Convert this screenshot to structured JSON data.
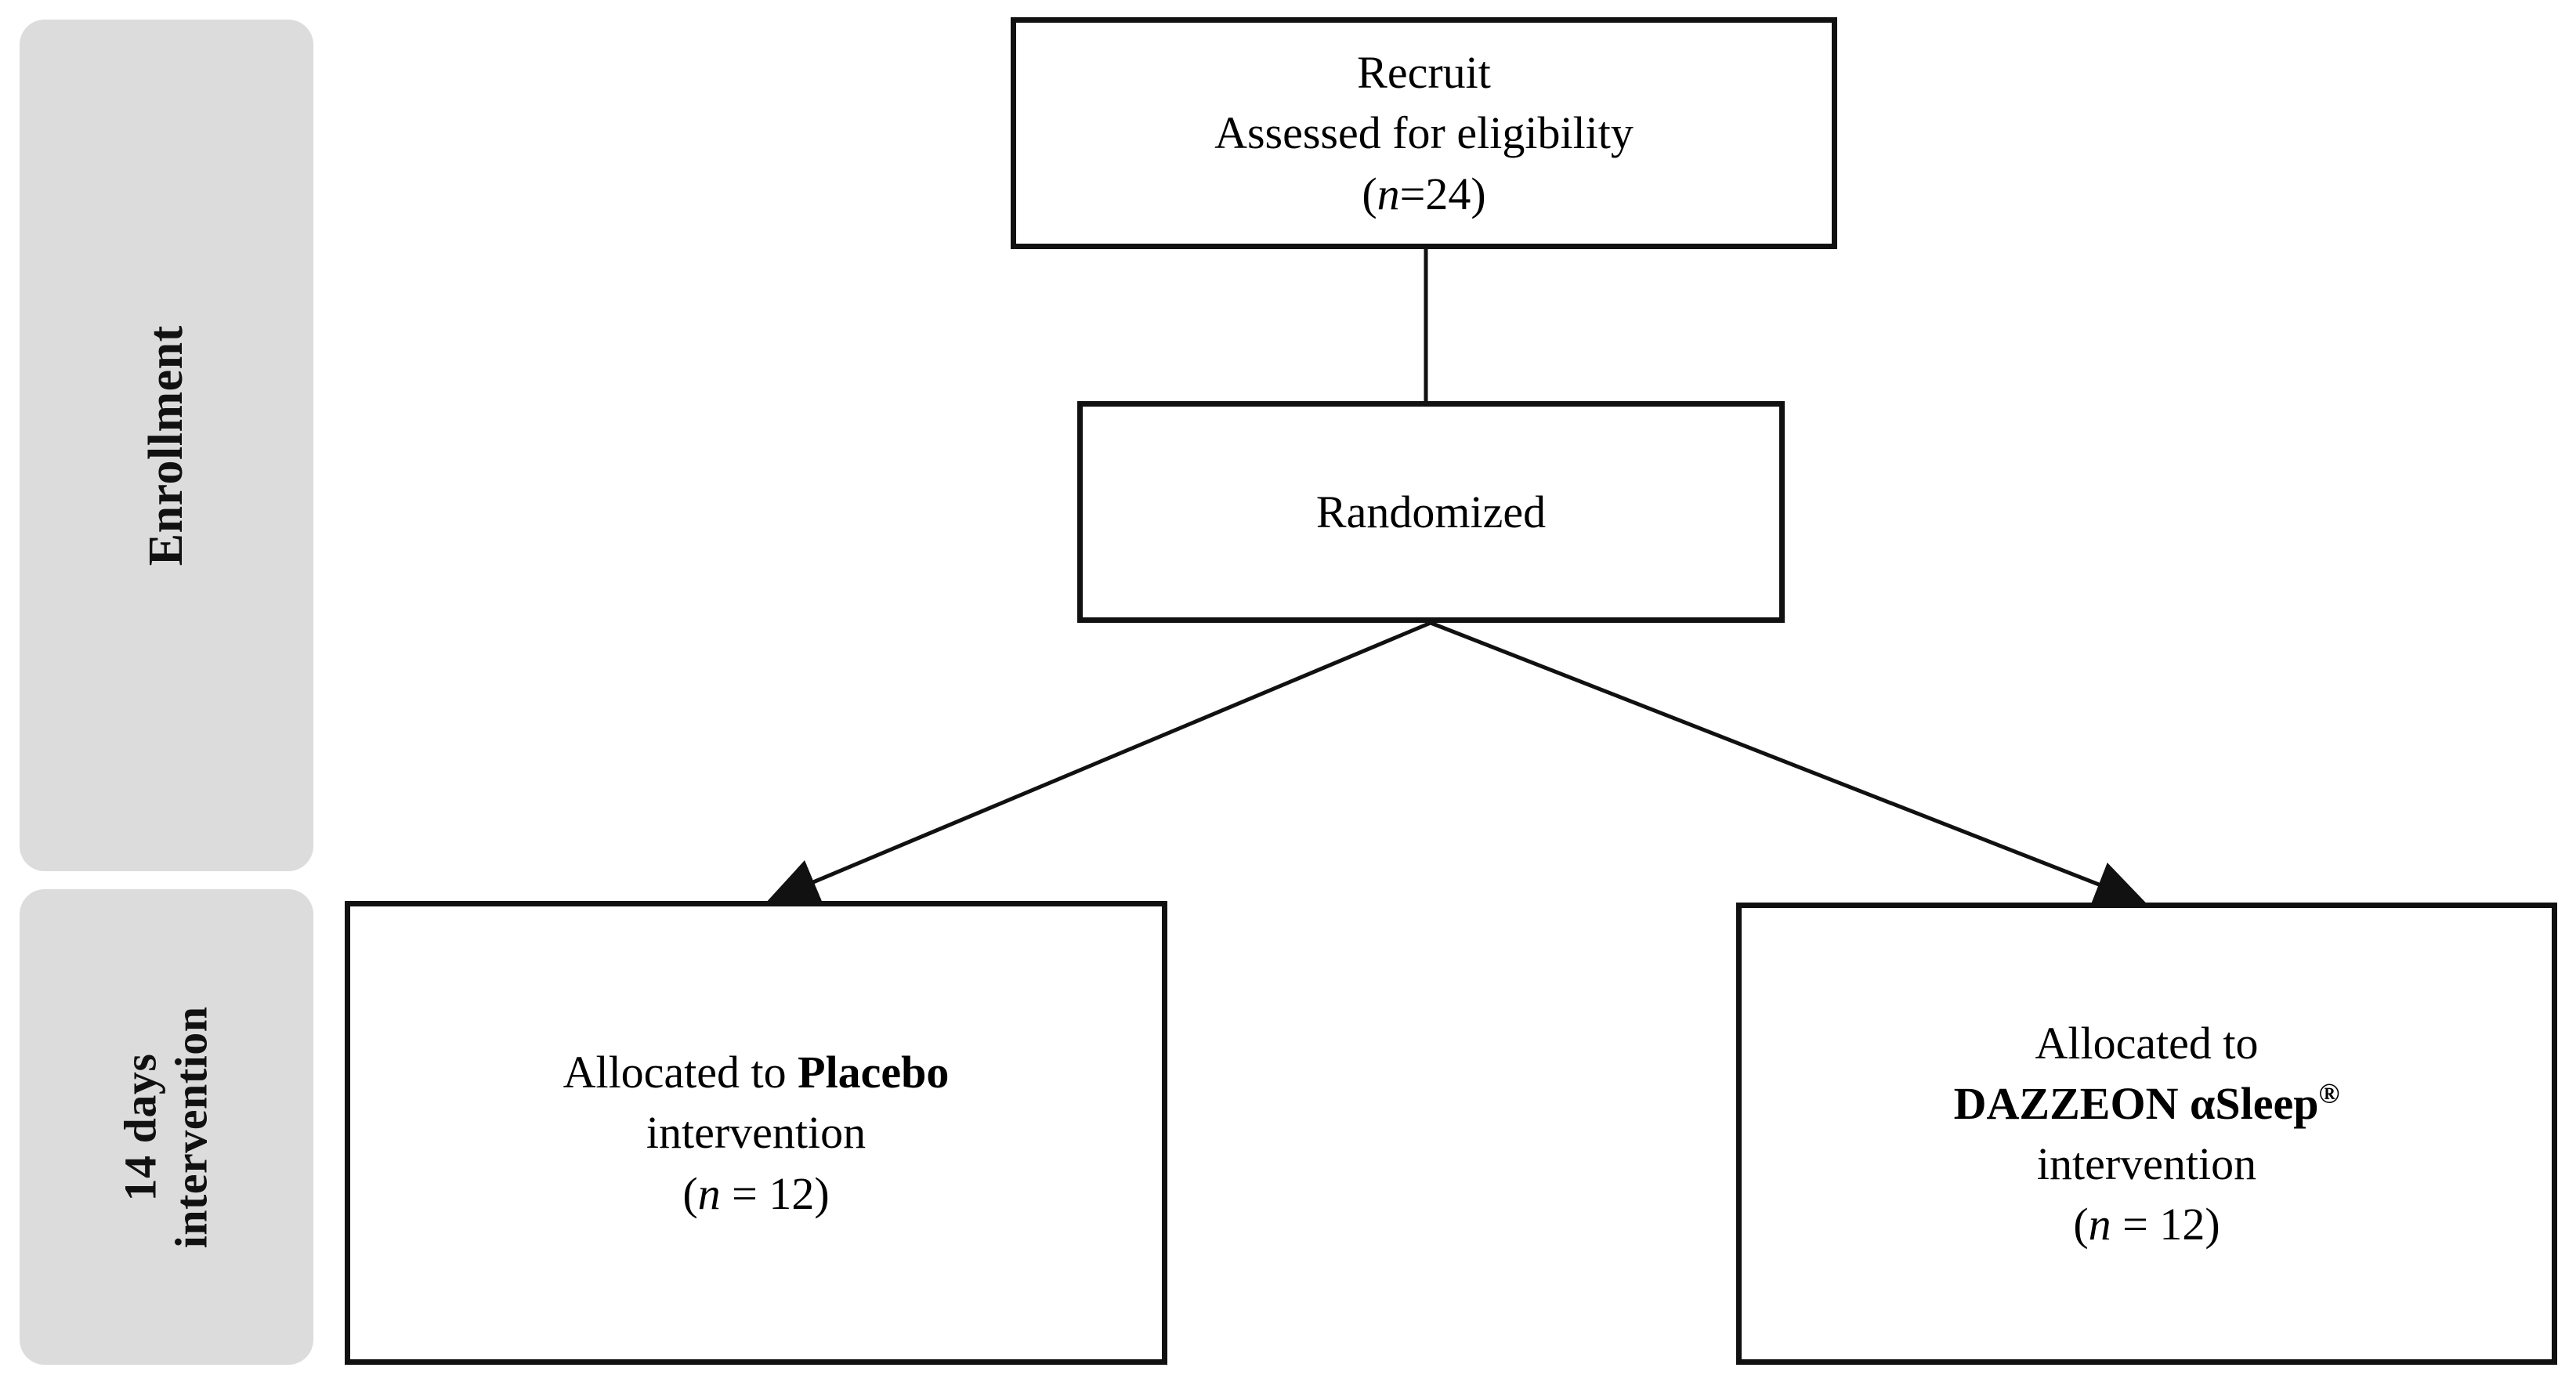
{
  "figure": {
    "type": "consort-flow-diagram",
    "background_color": "#ffffff",
    "box_border_color": "#111111",
    "stage_panel_color": "#dcdcdc"
  },
  "stages": [
    {
      "id": "enrollment",
      "label": "Enrollment"
    },
    {
      "id": "intervention",
      "label_line1": "14 days",
      "label_line2": "intervention"
    }
  ],
  "nodes": {
    "recruit": {
      "line1": "Recruit",
      "line2": "Assessed for eligibility",
      "n_prefix": "(",
      "n_symbol": "n",
      "n_value": "=24",
      "n_suffix": ")"
    },
    "randomized": {
      "line1": "Randomized"
    },
    "placebo": {
      "line1_prefix": "Allocated to ",
      "line1_bold": "Placebo",
      "line2": "intervention",
      "n_prefix": "(",
      "n_symbol": "n",
      "n_value": " = 12",
      "n_suffix": ")"
    },
    "active": {
      "line1": "Allocated to",
      "line2_bold": "DAZZEON αSleep",
      "line2_sup": "®",
      "line3": "intervention",
      "n_prefix": "(",
      "n_symbol": "n",
      "n_value": " = 12",
      "n_suffix": ")"
    }
  },
  "edges": [
    {
      "id": "recruit-to-randomized",
      "from": "recruit",
      "to": "randomized",
      "arrowhead": false
    },
    {
      "id": "randomized-to-placebo",
      "from": "randomized",
      "to": "placebo",
      "arrowhead": true
    },
    {
      "id": "randomized-to-active",
      "from": "randomized",
      "to": "active",
      "arrowhead": true
    }
  ]
}
